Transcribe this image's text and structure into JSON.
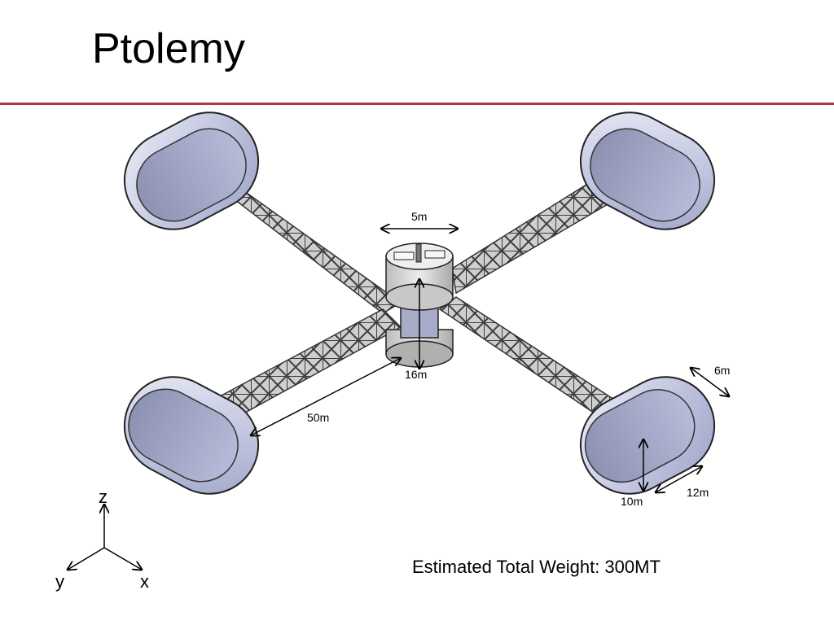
{
  "slide": {
    "title": "Ptolemy",
    "weight_note": "Estimated Total Weight: 300MT"
  },
  "dimensions": {
    "hub_diameter": "5m",
    "hub_height": "16m",
    "arm_length": "50m",
    "pod_width": "6m",
    "pod_length": "12m",
    "pod_height": "10m"
  },
  "axes": {
    "z": "z",
    "y": "y",
    "x": "x"
  },
  "colors": {
    "rule": "#b23a3a",
    "pod": "#c9cde8",
    "truss": "#9a9a9a"
  }
}
